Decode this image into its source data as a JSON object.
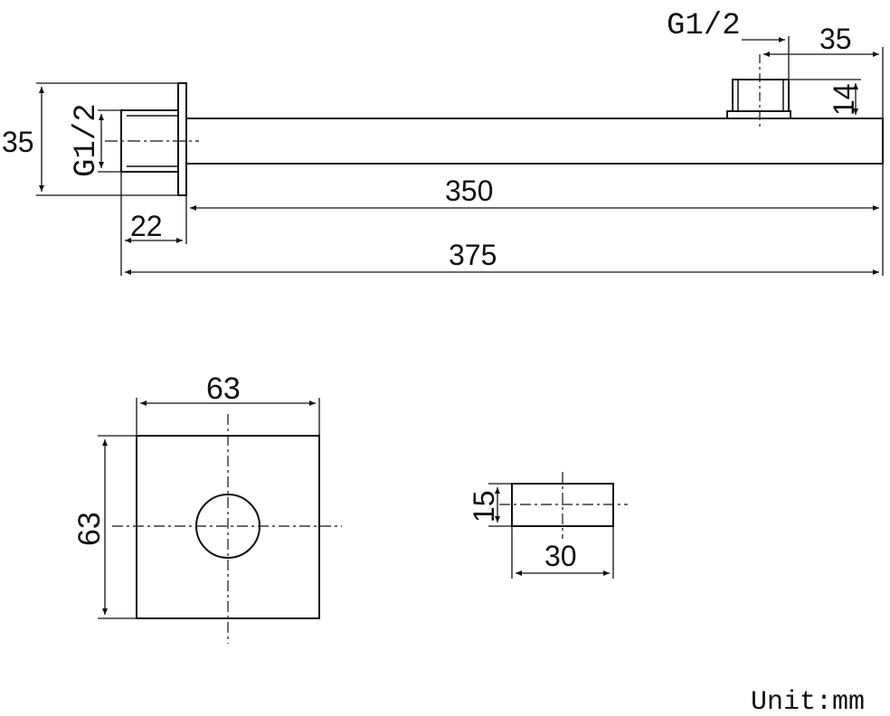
{
  "drawing": {
    "side_view": {
      "thread_outlet_label": "G1/2",
      "outlet_offset": "35",
      "outlet_height": "14",
      "flange_height": "35",
      "thread_inlet_label": "G1/2",
      "arm_length": "350",
      "flange_to_thread": "22",
      "overall_length": "375"
    },
    "flange_view": {
      "width": "63",
      "height": "63"
    },
    "arm_section": {
      "height": "15",
      "width": "30"
    },
    "unit_label": "Unit:mm"
  }
}
